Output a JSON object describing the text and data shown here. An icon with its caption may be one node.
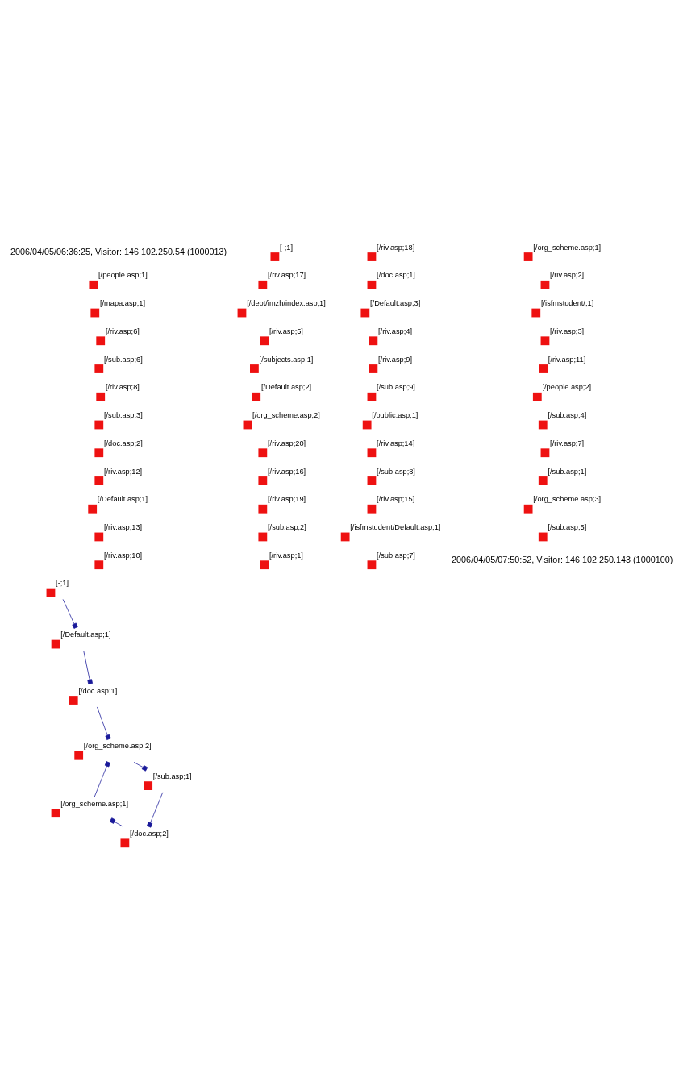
{
  "diagram": {
    "nodes": [
      {
        "text": [
          "[-;1]"
        ]
      },
      {
        "text": [
          "[/riv.asp;18]"
        ]
      },
      {
        "text": [
          "[/org_scheme.asp;1]"
        ]
      },
      {
        "text": [
          "[/people.asp;1]"
        ]
      },
      {
        "text": [
          "[/riv.asp;17]"
        ]
      },
      {
        "text": [
          "[/doc.asp;1]"
        ]
      },
      {
        "text": [
          "[/riv.asp;2]"
        ]
      },
      {
        "text": [
          "[/mapa.asp;1]"
        ]
      },
      {
        "text": [
          "[/dept/imzh/index.asp;1]"
        ]
      },
      {
        "text": [
          "[/Default.asp;3]"
        ]
      },
      {
        "text": [
          "[/isfmstudent/;1]"
        ]
      },
      {
        "text": [
          "[/riv.asp;6]"
        ]
      },
      {
        "text": [
          "[/riv.asp;5]"
        ]
      },
      {
        "text": [
          "[/riv.asp;4]"
        ]
      },
      {
        "text": [
          "[/riv.asp;3]"
        ]
      },
      {
        "text": [
          "[/sub.asp;6]"
        ]
      },
      {
        "text": [
          "[/subjects.asp;1]"
        ]
      },
      {
        "text": [
          "[/riv.asp;9]"
        ]
      },
      {
        "text": [
          "[/riv.asp;11]"
        ]
      },
      {
        "text": [
          "[/riv.asp;8]"
        ]
      },
      {
        "text": [
          "[/Default.asp;2]"
        ]
      },
      {
        "text": [
          "[/sub.asp;9]"
        ]
      },
      {
        "text": [
          "[/people.asp;2]"
        ]
      },
      {
        "text": [
          "[/sub.asp;3]"
        ]
      },
      {
        "text": [
          "[/org_scheme.asp;2]"
        ]
      },
      {
        "text": [
          "[/public.asp;1]"
        ]
      },
      {
        "text": [
          "[/sub.asp;4]"
        ]
      },
      {
        "text": [
          "[/doc.asp;2]"
        ]
      },
      {
        "text": [
          "[/riv.asp;20]"
        ]
      },
      {
        "text": [
          "[/riv.asp;14]"
        ]
      },
      {
        "text": [
          "[/riv.asp;7]"
        ]
      },
      {
        "text": [
          "[/riv.asp;12]"
        ]
      },
      {
        "text": [
          "[/riv.asp;16]"
        ]
      },
      {
        "text": [
          "[/sub.asp;8]"
        ]
      },
      {
        "text": [
          "[/sub.asp;1]"
        ]
      },
      {
        "text": [
          "[/Default.asp;1]"
        ]
      },
      {
        "text": [
          "[/riv.asp;19]"
        ]
      },
      {
        "text": [
          "[/riv.asp;15]"
        ]
      },
      {
        "text": [
          "[/org_scheme.asp;3]"
        ]
      },
      {
        "text": [
          "[/riv.asp;13]"
        ]
      },
      {
        "text": [
          "[/sub.asp;2]"
        ]
      },
      {
        "text": [
          "[/isfmstudent/Default.asp;1]"
        ]
      },
      {
        "text": [
          "[/sub.asp;5]"
        ]
      },
      {
        "text": [
          "[/riv.asp;10]"
        ]
      },
      {
        "text": [
          "[/riv.asp;1]"
        ]
      },
      {
        "text": [
          "[/sub.asp;7]"
        ]
      },
      {
        "text": [
          "[-;1]"
        ]
      },
      {
        "text": [
          "[/doc.asp;2]"
        ]
      },
      {
        "text": [
          "[/sub.asp;1]"
        ]
      },
      {
        "text": [
          "[/org_scheme.asp;2]"
        ]
      },
      {
        "text": [
          "[/Default.asp;1]"
        ]
      },
      {
        "text": [
          "[/doc.asp;1]"
        ]
      },
      {
        "text": [
          "[/org_scheme.asp;1]"
        ]
      }
    ],
    "edges": [
      {
        "from": 46,
        "to": 50,
        "arrow": "other"
      },
      {
        "from": 50,
        "to": 51,
        "arrow": "other"
      },
      {
        "from": 51,
        "to": 49,
        "arrow": "other"
      },
      {
        "from": 52,
        "to": 49,
        "arrow": "other"
      },
      {
        "from": 49,
        "to": 48,
        "arrow": "other"
      },
      {
        "from": 48,
        "to": 47,
        "arrow": "other"
      },
      {
        "from": 47,
        "to": 52,
        "arrow": "other"
      }
    ],
    "labels": [
      "2006/04/05/06:36:25, Visitor: 146.102.250.54 (1000013)",
      "2006/04/05/07:50:52, Visitor: 146.102.250.143 (1000100)"
    ]
  }
}
